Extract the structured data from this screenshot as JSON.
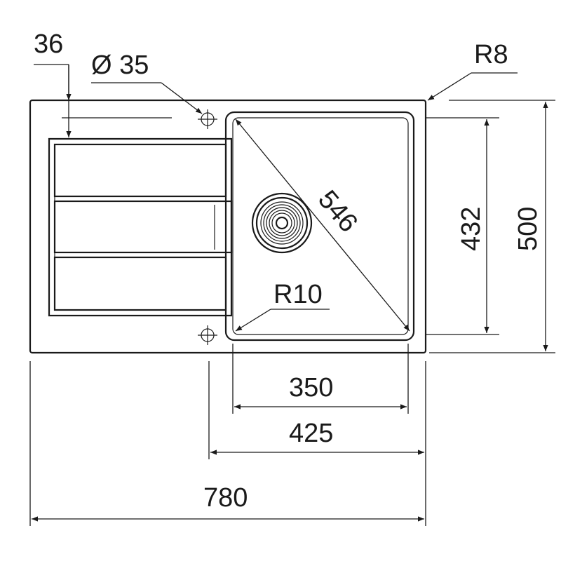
{
  "labels": {
    "drainer_offset": "36",
    "tap_hole": "Ø 35",
    "outer_radius": "R8",
    "bowl_diagonal": "546",
    "bowl_radius": "R10",
    "bowl_depth": "432",
    "total_depth": "500",
    "bowl_width": "350",
    "cutout_width": "425",
    "total_width": "780"
  }
}
